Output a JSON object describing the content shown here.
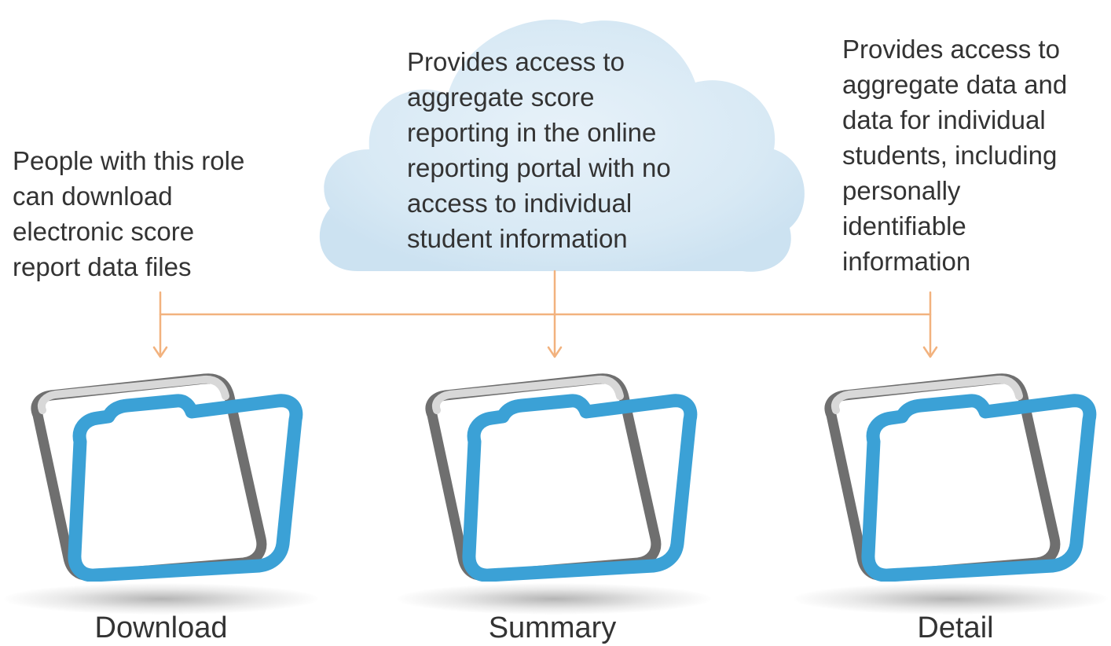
{
  "roles": [
    {
      "label": "Download",
      "description": "People with this role\ncan download\nelectronic score\nreport data files"
    },
    {
      "label": "Summary",
      "description": "Provides access to\naggregate score\nreporting in the online\nreporting portal with no\naccess to individual\nstudent information"
    },
    {
      "label": "Detail",
      "description": "Provides access to\naggregate data and\ndata for individual\nstudents, including\npersonally\nidentifiable\ninformation"
    }
  ],
  "colors": {
    "connector": "#f2b27e",
    "cloud": "#d6e8f4",
    "folder_front": "#3ba1d6",
    "folder_back_dark": "#6f6f6f",
    "folder_back_light": "#d8d8d8",
    "text": "#333333"
  },
  "icons": {
    "folder": "open-folder-icon",
    "cloud": "cloud-icon"
  }
}
